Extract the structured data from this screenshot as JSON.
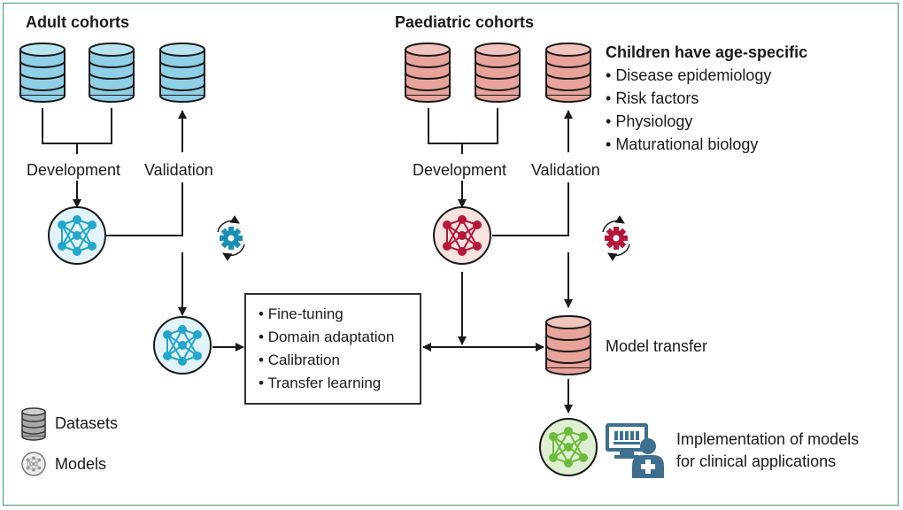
{
  "adult": {
    "title": "Adult cohorts",
    "development_label": "Development",
    "validation_label": "Validation"
  },
  "paediatric": {
    "title": "Paediatric cohorts",
    "development_label": "Development",
    "validation_label": "Validation",
    "age_specific_title": "Children have age-specific",
    "age_specific_items": [
      "Disease epidemiology",
      "Risk factors",
      "Physiology",
      "Maturational biology"
    ]
  },
  "methods": {
    "items": [
      "Fine-tuning",
      "Domain adaptation",
      "Calibration",
      "Transfer learning"
    ]
  },
  "model_transfer_label": "Model transfer",
  "implementation": {
    "line1": "Implementation of models",
    "line2": "for clinical applications"
  },
  "legend": {
    "datasets_label": "Datasets",
    "models_label": "Models"
  },
  "colors": {
    "adult_blue": "#8fd0e6",
    "adult_node": "#23a6cc",
    "paediatric_pink": "#e8a39b",
    "paediatric_node": "#b5163a",
    "implementation_green": "#6cbb3c",
    "frame_green": "#3a9a6a"
  }
}
